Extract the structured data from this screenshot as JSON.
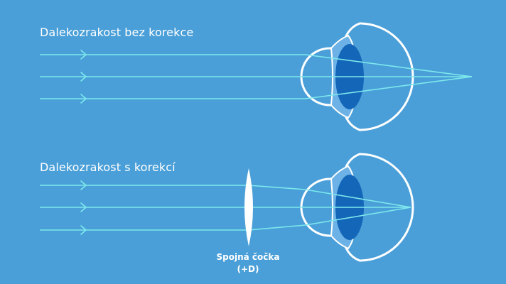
{
  "diagrams": {
    "uncorrected": {
      "title": "Dalekozrakost bez korekce"
    },
    "corrected": {
      "title": "Dalekozrakost s korekcí",
      "lens_label_line1": "Spojná čočka",
      "lens_label_line2": "(+D)"
    }
  },
  "colors": {
    "background": "#4a9fd8",
    "ray": "#7de8ec",
    "outline": "#ffffff",
    "iris": "#6cb2e6",
    "lens": "#1466b8",
    "corrective_lens": "#ffffff"
  },
  "icons": [
    "eye-cross-section-icon",
    "ray-arrow-icon",
    "convex-lens-icon"
  ]
}
